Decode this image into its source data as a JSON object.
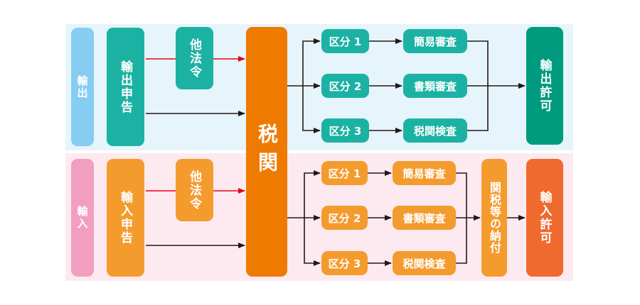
{
  "colors": {
    "export_band": "#e6f4fb",
    "import_band": "#fdeaf0",
    "export_tag": "#86cdf1",
    "import_tag": "#f29ec1",
    "teal": "#1bb2a3",
    "teal_dark": "#009a7e",
    "orange_light": "#f49b2e",
    "orange_main": "#ef7a00",
    "orange_dark": "#ee6a2e",
    "arrow_black": "#231815",
    "arrow_red": "#e60012"
  },
  "export": {
    "tag": "輸出",
    "declaration": "輸出申告",
    "other_laws": "他法令",
    "categories": [
      "区分 1",
      "区分 2",
      "区分 3"
    ],
    "reviews": [
      "簡易審査",
      "書類審査",
      "税関検査"
    ],
    "permit": "輸出許可"
  },
  "customs": "税関",
  "import": {
    "tag": "輸入",
    "declaration": "輸入申告",
    "other_laws": "他法令",
    "categories": [
      "区分 1",
      "区分 2",
      "区分 3"
    ],
    "reviews": [
      "簡易審査",
      "書類審査",
      "税関検査"
    ],
    "tax_payment": "関税等の納付",
    "permit": "輸入許可"
  }
}
